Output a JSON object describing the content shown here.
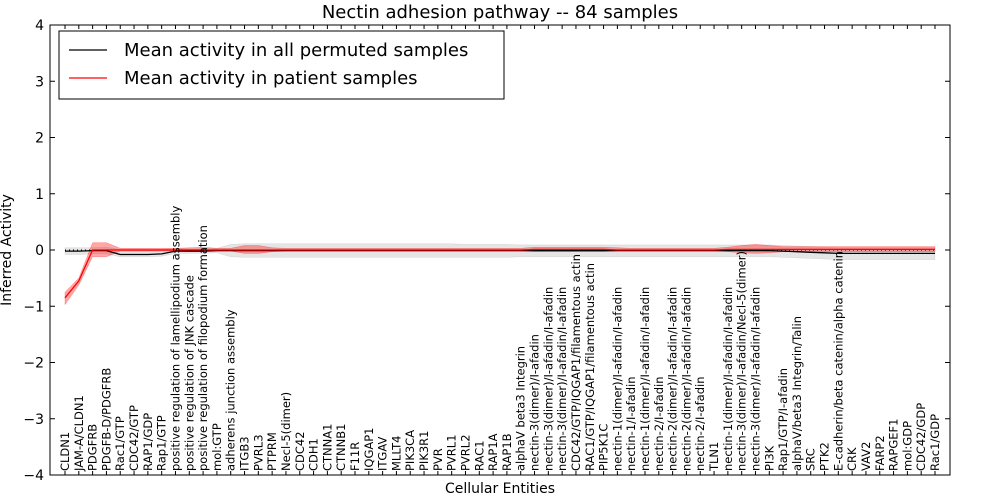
{
  "chart_data": {
    "type": "line",
    "title": "Nectin adhesion pathway -- 84 samples",
    "xlabel": "Cellular Entities",
    "ylabel": "Inferred Activity",
    "ylim": [
      -4,
      4
    ],
    "yticks": [
      -4,
      -3,
      -2,
      -1,
      0,
      1,
      2,
      3,
      4
    ],
    "legend_position": "top-left",
    "categories": [
      "CLDN1",
      "JAM-A/CLDN1",
      "PDGFRB",
      "PDGFB-D/PDGFRB",
      "Rac1/GTP",
      "CDC42/GTP",
      "RAP1/GDP",
      "Rap1/GTP",
      "positive regulation of lamellipodium assembly",
      "positive regulation of JNK cascade",
      "positive regulation of filopodium formation",
      "mol:GTP",
      "adherens junction assembly",
      "ITGB3",
      "PVRL3",
      "PTPRM",
      "Necl-5(dimer)",
      "CDC42",
      "CDH1",
      "CTNNA1",
      "CTNNB1",
      "F11R",
      "IQGAP1",
      "ITGAV",
      "MLLT4",
      "PIK3CA",
      "PIK3R1",
      "PVR",
      "PVRL1",
      "PVRL2",
      "RAC1",
      "RAP1A",
      "RAP1B",
      "alphaV beta3 Integrin",
      "nectin-3(dimer)/I-afadin",
      "nectin-3(dimer)/I-afadin/I-afadin",
      "nectin-3(dimer)/I-afadin/I-afadin",
      "CDC42/GTP/IQGAP1/filamentous actin",
      "RAC1/GTP/IQGAP1/filamentous actin",
      "PIP5K1C",
      "nectin-1(dimer)/I-afadin/I-afadin",
      "nectin-1/I-afadin",
      "nectin-1(dimer)/I-afadin/I-afadin",
      "nectin-2/I-afadin",
      "nectin-2(dimer)/I-afadin/I-afadin",
      "nectin-2(dimer)/I-afadin/I-afadin",
      "nectin-2/I-afadin",
      "TLN1",
      "nectin-1(dimer)/I-afadin/I-afadin",
      "nectin-3(dimer)/I-afadin/Necl-5(dimer)",
      "nectin-3(dimer)/I-afadin/I-afadin",
      "PI3K",
      "Rap1/GTP/I-afadin",
      "alphaV/beta3 Integrin/Talin",
      "SRC",
      "PTK2",
      "E-cadherin/beta catenin/alpha catenin",
      "CRK",
      "VAV2",
      "FARP2",
      "RAPGEF1",
      "mol:GDP",
      "CDC42/GDP",
      "Rac1/GDP"
    ],
    "series": [
      {
        "name": "Mean activity in all permuted samples",
        "color": "#000000",
        "values": [
          -0.02,
          -0.02,
          -0.01,
          -0.01,
          -0.08,
          -0.08,
          -0.08,
          -0.07,
          -0.02,
          -0.02,
          -0.02,
          -0.01,
          -0.01,
          -0.01,
          -0.01,
          -0.01,
          -0.01,
          -0.01,
          -0.01,
          -0.01,
          -0.01,
          -0.01,
          -0.01,
          -0.01,
          -0.01,
          -0.01,
          -0.01,
          -0.01,
          -0.01,
          -0.01,
          -0.01,
          -0.01,
          -0.01,
          -0.01,
          -0.01,
          -0.01,
          -0.01,
          -0.01,
          -0.01,
          -0.01,
          -0.01,
          -0.01,
          -0.01,
          -0.01,
          -0.01,
          -0.01,
          -0.01,
          -0.01,
          -0.01,
          -0.01,
          -0.01,
          -0.01,
          -0.02,
          -0.03,
          -0.04,
          -0.05,
          -0.06,
          -0.06,
          -0.06,
          -0.06,
          -0.06,
          -0.06,
          -0.06,
          -0.06
        ],
        "band_low": [
          -0.08,
          -0.08,
          -0.07,
          -0.07,
          -0.12,
          -0.12,
          -0.12,
          -0.11,
          -0.06,
          -0.06,
          -0.06,
          -0.05,
          -0.12,
          -0.13,
          -0.13,
          -0.13,
          -0.13,
          -0.13,
          -0.13,
          -0.13,
          -0.13,
          -0.13,
          -0.13,
          -0.13,
          -0.13,
          -0.13,
          -0.13,
          -0.13,
          -0.13,
          -0.13,
          -0.13,
          -0.13,
          -0.13,
          -0.12,
          -0.12,
          -0.12,
          -0.12,
          -0.12,
          -0.12,
          -0.12,
          -0.12,
          -0.12,
          -0.12,
          -0.12,
          -0.12,
          -0.12,
          -0.12,
          -0.12,
          -0.12,
          -0.12,
          -0.12,
          -0.12,
          -0.13,
          -0.14,
          -0.15,
          -0.16,
          -0.17,
          -0.17,
          -0.17,
          -0.17,
          -0.17,
          -0.17,
          -0.17,
          -0.17
        ],
        "band_high": [
          0.04,
          0.04,
          0.04,
          0.05,
          0.01,
          0.01,
          0.01,
          0.01,
          0.02,
          0.02,
          0.02,
          0.03,
          0.1,
          0.11,
          0.11,
          0.11,
          0.11,
          0.11,
          0.11,
          0.11,
          0.11,
          0.11,
          0.11,
          0.11,
          0.11,
          0.11,
          0.11,
          0.11,
          0.11,
          0.1,
          0.1,
          0.1,
          0.1,
          0.09,
          0.09,
          0.09,
          0.09,
          0.09,
          0.09,
          0.09,
          0.09,
          0.09,
          0.09,
          0.09,
          0.09,
          0.09,
          0.09,
          0.09,
          0.09,
          0.09,
          0.09,
          0.09,
          0.08,
          0.07,
          0.06,
          0.05,
          0.04,
          0.04,
          0.04,
          0.04,
          0.04,
          0.04,
          0.04,
          0.04
        ]
      },
      {
        "name": "Mean activity in patient samples",
        "color": "#ff0000",
        "values": [
          -0.85,
          -0.55,
          0.0,
          0.0,
          0.0,
          0.0,
          0.0,
          0.0,
          0.0,
          0.0,
          0.0,
          0.0,
          0.0,
          0.0,
          0.0,
          0.0,
          0.0,
          0.0,
          0.0,
          0.0,
          0.0,
          0.0,
          0.0,
          0.0,
          0.0,
          0.0,
          0.0,
          0.0,
          0.0,
          0.0,
          0.0,
          0.0,
          0.0,
          0.0,
          0.01,
          0.01,
          0.01,
          0.01,
          0.01,
          0.01,
          0.0,
          0.0,
          0.0,
          0.0,
          0.0,
          0.0,
          0.0,
          0.0,
          0.01,
          0.01,
          0.01,
          0.01,
          0.01,
          0.01,
          0.01,
          0.01,
          0.01,
          0.01,
          0.01,
          0.01,
          0.01,
          0.01,
          0.01,
          0.01
        ],
        "band_low": [
          -0.97,
          -0.62,
          -0.12,
          -0.12,
          -0.02,
          -0.02,
          -0.02,
          -0.02,
          -0.02,
          -0.03,
          -0.03,
          -0.02,
          -0.02,
          -0.06,
          -0.06,
          -0.03,
          -0.02,
          -0.02,
          -0.02,
          -0.02,
          -0.02,
          -0.02,
          -0.02,
          -0.02,
          -0.02,
          -0.02,
          -0.02,
          -0.02,
          -0.02,
          -0.02,
          -0.02,
          -0.02,
          -0.02,
          -0.02,
          -0.03,
          -0.03,
          -0.03,
          -0.03,
          -0.03,
          -0.03,
          -0.02,
          -0.02,
          -0.02,
          -0.02,
          -0.02,
          -0.02,
          -0.02,
          -0.02,
          -0.03,
          -0.05,
          -0.06,
          -0.05,
          -0.03,
          -0.03,
          -0.03,
          -0.03,
          -0.03,
          -0.03,
          -0.03,
          -0.03,
          -0.03,
          -0.03,
          -0.03,
          -0.03
        ],
        "band_high": [
          -0.75,
          -0.5,
          0.13,
          0.13,
          0.03,
          0.03,
          0.03,
          0.03,
          0.03,
          0.04,
          0.05,
          0.03,
          0.03,
          0.08,
          0.08,
          0.04,
          0.03,
          0.03,
          0.03,
          0.03,
          0.03,
          0.03,
          0.03,
          0.03,
          0.03,
          0.03,
          0.03,
          0.03,
          0.03,
          0.03,
          0.03,
          0.03,
          0.03,
          0.03,
          0.05,
          0.05,
          0.05,
          0.05,
          0.05,
          0.05,
          0.04,
          0.03,
          0.03,
          0.03,
          0.03,
          0.03,
          0.03,
          0.03,
          0.05,
          0.08,
          0.1,
          0.08,
          0.06,
          0.06,
          0.06,
          0.06,
          0.06,
          0.06,
          0.06,
          0.06,
          0.06,
          0.06,
          0.06,
          0.06
        ]
      }
    ],
    "baseline": {
      "value": 0,
      "style": "dotted"
    }
  }
}
